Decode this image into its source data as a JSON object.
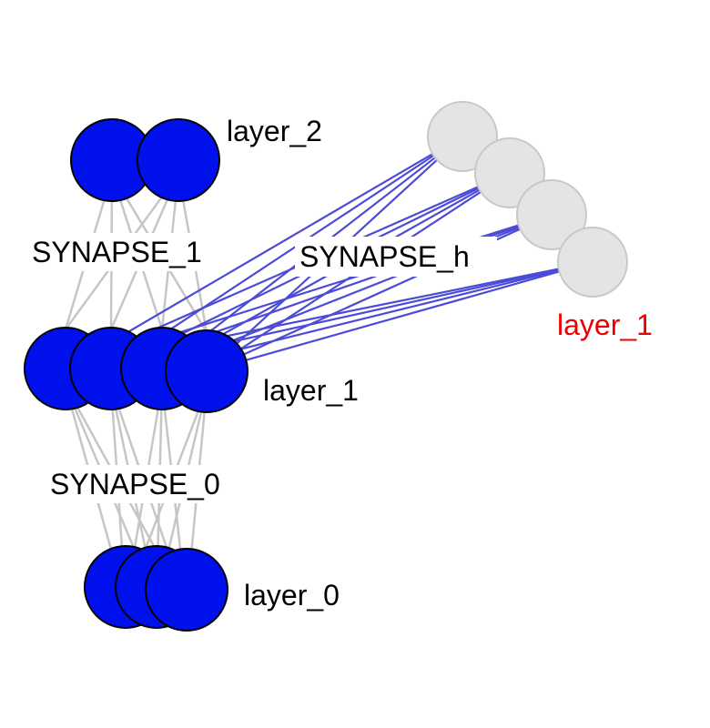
{
  "colors": {
    "active_node": "#0011ee",
    "inactive_node": "#e4e4e4",
    "inactive_stroke": "#c8c8c8",
    "node_stroke": "#000000",
    "gray_edge": "#c6c6c6",
    "hidden_edge": "#4b4bd8",
    "label": "#000000",
    "context_label": "#ee0000"
  },
  "layers": {
    "layer_2": {
      "label": "layer_2",
      "count": 2
    },
    "layer_1": {
      "label": "layer_1",
      "count": 4
    },
    "layer_0": {
      "label": "layer_0",
      "count": 3
    },
    "context_layer_1": {
      "label": "layer_1",
      "count": 4
    }
  },
  "synapses": {
    "synapse_1": {
      "label": "SYNAPSE_1"
    },
    "synapse_0": {
      "label": "SYNAPSE_0"
    },
    "synapse_h": {
      "label": "SYNAPSE_h"
    }
  }
}
